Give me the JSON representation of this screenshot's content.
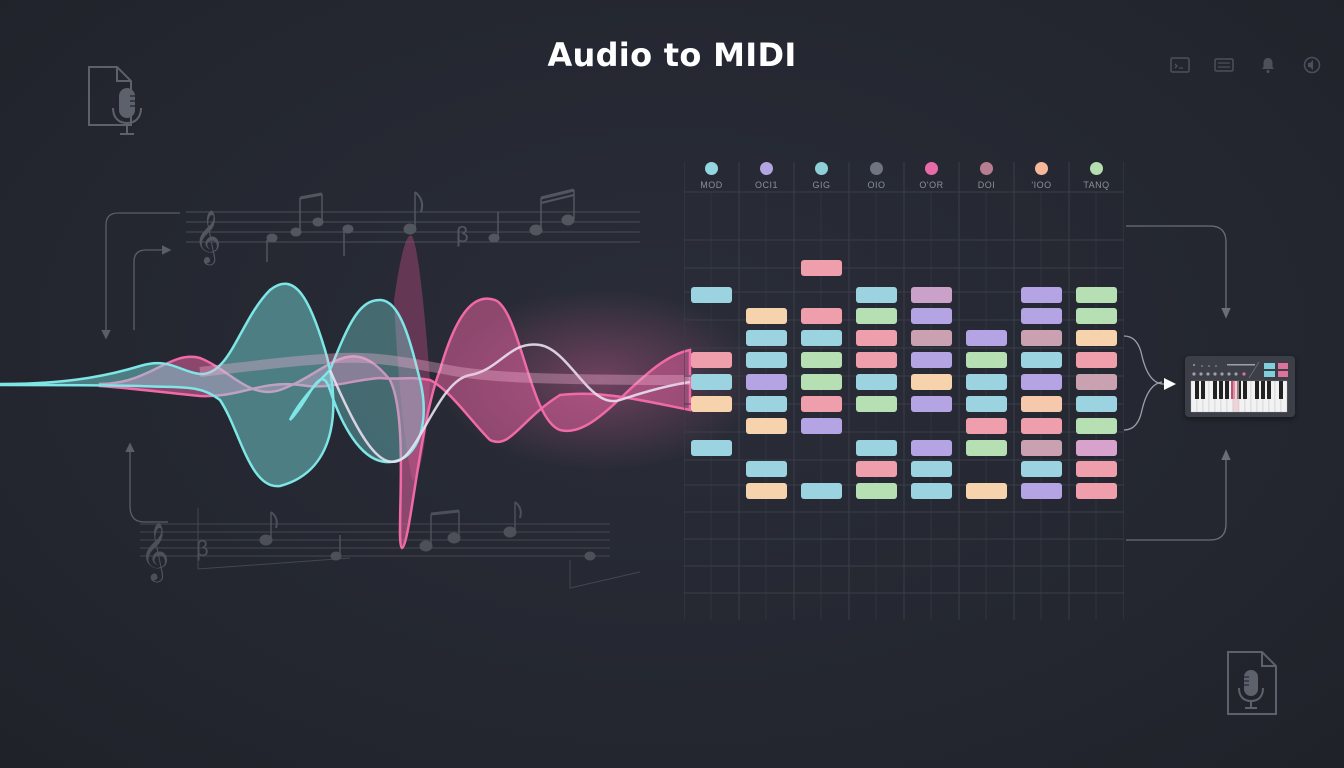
{
  "header": {
    "title": "Audio to MIDI"
  },
  "top_icons": [
    {
      "name": "terminal-icon"
    },
    {
      "name": "keyboard-icon"
    },
    {
      "name": "bell-icon"
    },
    {
      "name": "volume-icon"
    }
  ],
  "file_icons": {
    "top_left": "audio-file-icon",
    "bottom_right": "audio-file-icon"
  },
  "colors": {
    "background": "#262933",
    "wave_cyan": "#7ee6e6",
    "wave_pink": "#f06aa8",
    "wave_white": "#e8e0f0",
    "grid_line": "#3a3e4a",
    "note_blue": "#9bd3e0",
    "note_purple": "#b4a4e4",
    "note_pink": "#ef9fab",
    "note_green": "#b7dfb4",
    "note_peach": "#f6d3ad",
    "note_mauve": "#c9a1b1",
    "note_orchid": "#d7a2cc"
  },
  "piano_roll": {
    "columns": [
      {
        "label": "MOD",
        "color": "#93d6e0"
      },
      {
        "label": "OCI1",
        "color": "#b3a4e2"
      },
      {
        "label": "GIG",
        "color": "#8fcfd8"
      },
      {
        "label": "OIO",
        "color": "#707480"
      },
      {
        "label": "O'OR",
        "color": "#e86aa8"
      },
      {
        "label": "DOI",
        "color": "#b67e90"
      },
      {
        "label": "'IOO",
        "color": "#f5b89a"
      },
      {
        "label": "TANQ",
        "color": "#b6deb0"
      }
    ],
    "notes": [
      {
        "col": 2,
        "row": 0,
        "c": "#ef9fab"
      },
      {
        "col": 0,
        "row": 1,
        "c": "#9bd3e0"
      },
      {
        "col": 3,
        "row": 1,
        "c": "#9bd3e0"
      },
      {
        "col": 4,
        "row": 1,
        "c": "#c9a1c9"
      },
      {
        "col": 6,
        "row": 1,
        "c": "#b4a4e4"
      },
      {
        "col": 7,
        "row": 1,
        "c": "#b7dfb4"
      },
      {
        "col": 1,
        "row": 2,
        "c": "#f6d3ad"
      },
      {
        "col": 2,
        "row": 2,
        "c": "#ef9fab"
      },
      {
        "col": 3,
        "row": 2,
        "c": "#b7dfb4"
      },
      {
        "col": 4,
        "row": 2,
        "c": "#b4a4e4"
      },
      {
        "col": 6,
        "row": 2,
        "c": "#b4a4e4"
      },
      {
        "col": 7,
        "row": 2,
        "c": "#b7dfb4"
      },
      {
        "col": 1,
        "row": 3,
        "c": "#9bd3e0"
      },
      {
        "col": 2,
        "row": 3,
        "c": "#9bd3e0"
      },
      {
        "col": 3,
        "row": 3,
        "c": "#ef9fab"
      },
      {
        "col": 4,
        "row": 3,
        "c": "#c9a1b1"
      },
      {
        "col": 5,
        "row": 3,
        "c": "#b4a4e4"
      },
      {
        "col": 6,
        "row": 3,
        "c": "#c9a1b1"
      },
      {
        "col": 7,
        "row": 3,
        "c": "#f6d3ad"
      },
      {
        "col": 0,
        "row": 4,
        "c": "#ef9fab"
      },
      {
        "col": 1,
        "row": 4,
        "c": "#9bd3e0"
      },
      {
        "col": 2,
        "row": 4,
        "c": "#b7dfb4"
      },
      {
        "col": 3,
        "row": 4,
        "c": "#ef9fab"
      },
      {
        "col": 4,
        "row": 4,
        "c": "#b4a4e4"
      },
      {
        "col": 5,
        "row": 4,
        "c": "#b7dfb4"
      },
      {
        "col": 6,
        "row": 4,
        "c": "#9bd3e0"
      },
      {
        "col": 7,
        "row": 4,
        "c": "#ef9fab"
      },
      {
        "col": 0,
        "row": 5,
        "c": "#9bd3e0"
      },
      {
        "col": 1,
        "row": 5,
        "c": "#b4a4e4"
      },
      {
        "col": 2,
        "row": 5,
        "c": "#b7dfb4"
      },
      {
        "col": 3,
        "row": 5,
        "c": "#9bd3e0"
      },
      {
        "col": 4,
        "row": 5,
        "c": "#f6d3ad"
      },
      {
        "col": 5,
        "row": 5,
        "c": "#9bd3e0"
      },
      {
        "col": 6,
        "row": 5,
        "c": "#b4a4e4"
      },
      {
        "col": 7,
        "row": 5,
        "c": "#c9a1b1"
      },
      {
        "col": 0,
        "row": 6,
        "c": "#f6d3ad"
      },
      {
        "col": 1,
        "row": 6,
        "c": "#9bd3e0"
      },
      {
        "col": 2,
        "row": 6,
        "c": "#ef9fab"
      },
      {
        "col": 3,
        "row": 6,
        "c": "#b7dfb4"
      },
      {
        "col": 4,
        "row": 6,
        "c": "#b4a4e4"
      },
      {
        "col": 5,
        "row": 6,
        "c": "#9bd3e0"
      },
      {
        "col": 6,
        "row": 6,
        "c": "#f6c9ad"
      },
      {
        "col": 7,
        "row": 6,
        "c": "#9bd3e0"
      },
      {
        "col": 1,
        "row": 7,
        "c": "#f6d3ad"
      },
      {
        "col": 2,
        "row": 7,
        "c": "#b4a4e4"
      },
      {
        "col": 5,
        "row": 7,
        "c": "#ef9fab"
      },
      {
        "col": 6,
        "row": 7,
        "c": "#ef9fab"
      },
      {
        "col": 7,
        "row": 7,
        "c": "#b7dfb4"
      },
      {
        "col": 0,
        "row": 8,
        "c": "#9bd3e0"
      },
      {
        "col": 3,
        "row": 8,
        "c": "#9bd3e0"
      },
      {
        "col": 4,
        "row": 8,
        "c": "#b4a4e4"
      },
      {
        "col": 5,
        "row": 8,
        "c": "#b7dfb4"
      },
      {
        "col": 6,
        "row": 8,
        "c": "#c9a1b1"
      },
      {
        "col": 7,
        "row": 8,
        "c": "#d7a2cc"
      },
      {
        "col": 1,
        "row": 9,
        "c": "#9bd3e0"
      },
      {
        "col": 3,
        "row": 9,
        "c": "#ef9fab"
      },
      {
        "col": 4,
        "row": 9,
        "c": "#9bd3e0"
      },
      {
        "col": 6,
        "row": 9,
        "c": "#9bd3e0"
      },
      {
        "col": 7,
        "row": 9,
        "c": "#ef9fab"
      },
      {
        "col": 1,
        "row": 10,
        "c": "#f6d3ad"
      },
      {
        "col": 2,
        "row": 10,
        "c": "#9bd3e0"
      },
      {
        "col": 3,
        "row": 10,
        "c": "#b7dfb4"
      },
      {
        "col": 4,
        "row": 10,
        "c": "#9bd3e0"
      },
      {
        "col": 5,
        "row": 10,
        "c": "#f6d3ad"
      },
      {
        "col": 6,
        "row": 10,
        "c": "#b4a4e4"
      },
      {
        "col": 7,
        "row": 10,
        "c": "#ef9fab"
      }
    ]
  },
  "midi_keyboard": {
    "pads": [
      "#7fd0dc",
      "#e0709c",
      "#7fd0dc",
      "#e0709c"
    ]
  }
}
